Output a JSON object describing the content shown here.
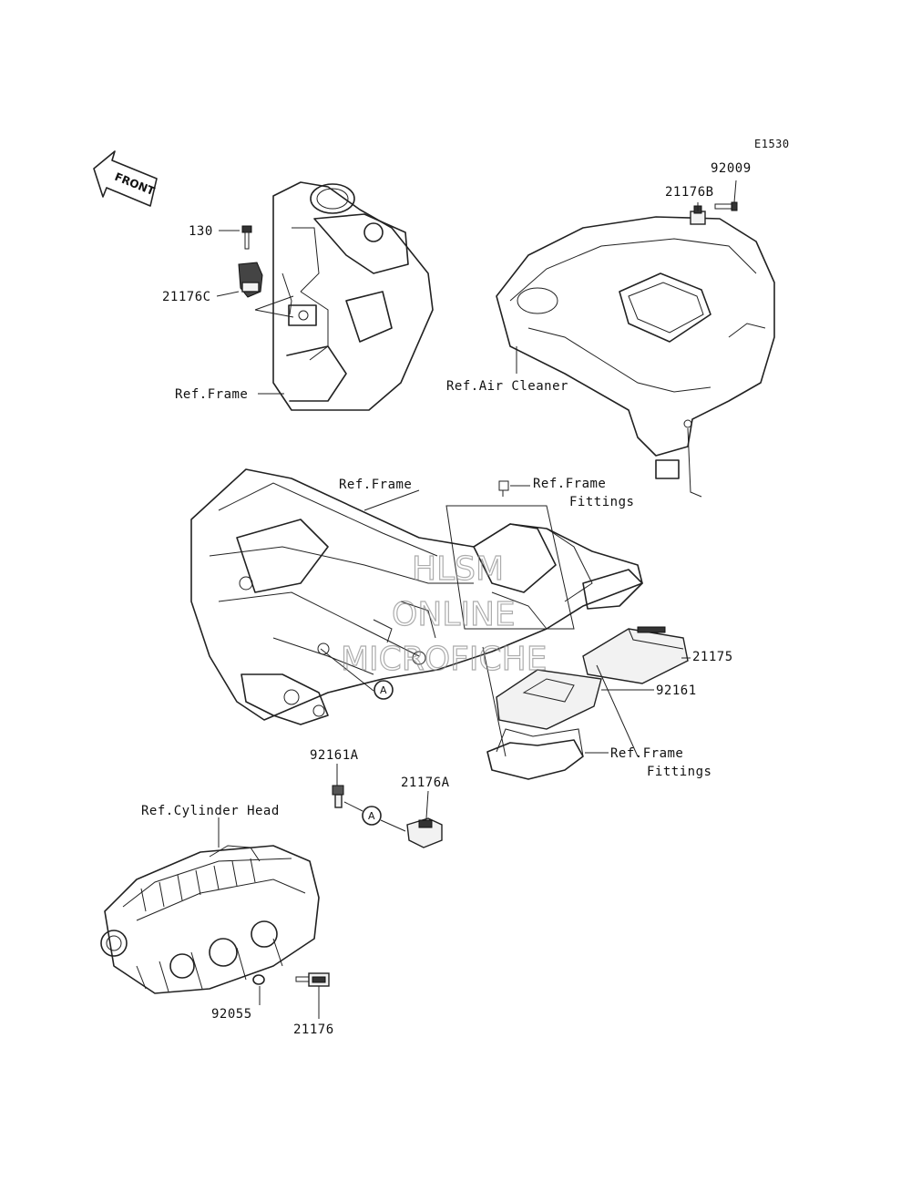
{
  "diagram_code": "E1530",
  "front_arrow_text": "FRONT",
  "watermark": {
    "line1": "HLSM",
    "line2": "ONLINE",
    "line3": "MICROFICHE"
  },
  "callout_letter": "A",
  "labels": {
    "part_92009": "92009",
    "part_21176B": "21176B",
    "part_130": "130",
    "part_21176C": "21176C",
    "ref_frame_top": "Ref.Frame",
    "ref_air_cleaner": "Ref.Air Cleaner",
    "ref_frame_mid": "Ref.Frame",
    "ref_frame_fittings_1a": "Ref.Frame",
    "ref_frame_fittings_1b": "Fittings",
    "part_21175": "21175",
    "part_92161": "92161",
    "ref_frame_fittings_2a": "Ref.Frame",
    "ref_frame_fittings_2b": "Fittings",
    "part_92161A": "92161A",
    "part_21176A": "21176A",
    "ref_cylinder_head": "Ref.Cylinder Head",
    "part_92055": "92055",
    "part_21176": "21176"
  }
}
